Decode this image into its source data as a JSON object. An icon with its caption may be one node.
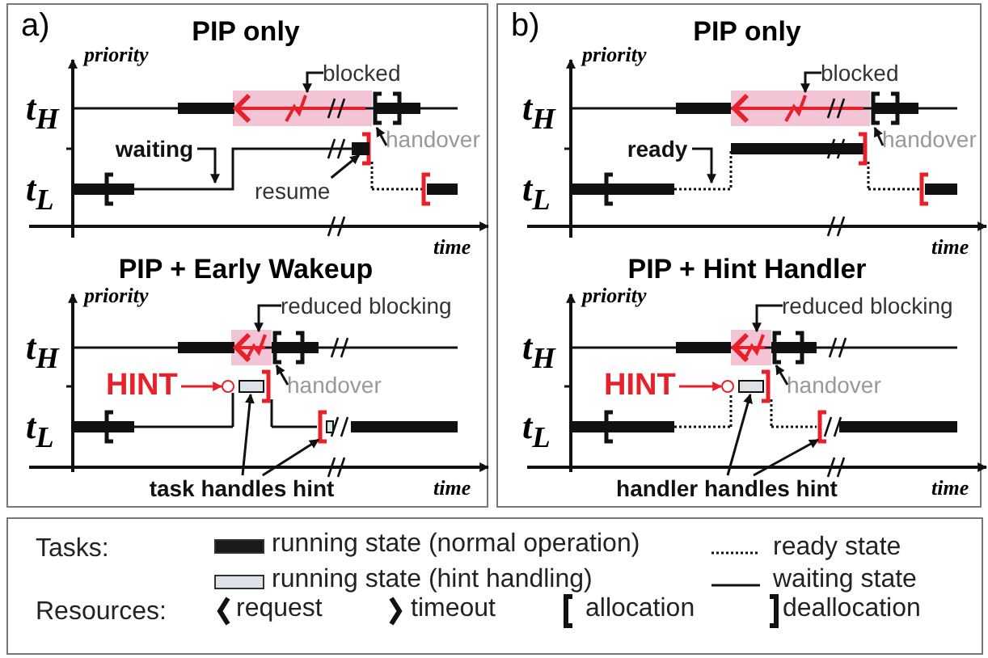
{
  "diagram": {
    "nodes": [
      {
        "text": [
          "a)"
        ]
      },
      {
        "text": [
          "blocked"
        ],
        "in": 0
      },
      {
        "text": [],
        "shape": "box",
        "in": 0
      },
      {
        "text": [
          "waiting"
        ],
        "in": 0
      },
      {
        "text": [],
        "shape": "line",
        "in": 0
      },
      {
        "text": [
          "resume"
        ],
        "in": 0
      },
      {
        "text": [],
        "shape": "bar",
        "in": 0
      },
      {
        "text": [
          "handover"
        ],
        "in": 0
      },
      {
        "text": [],
        "shape": "bracket",
        "in": 0
      },
      {
        "text": [
          "reduced blocking"
        ],
        "in": 0
      },
      {
        "text": [],
        "shape": "box",
        "in": 0
      },
      {
        "text": [
          "HINT"
        ],
        "in": 0
      },
      {
        "text": [],
        "shape": "circle",
        "in": 0
      },
      {
        "text": [
          "handover"
        ],
        "in": 0
      },
      {
        "text": [],
        "shape": "bracket",
        "in": 0
      },
      {
        "text": [],
        "shape": "bar",
        "in": 0
      },
      {
        "text": [],
        "shape": "bracket",
        "in": 0
      },
      {
        "text": [
          "task handles hint"
        ],
        "in": 0
      },
      {
        "text": [
          "b)"
        ]
      },
      {
        "text": [
          "blocked"
        ],
        "in": 18
      },
      {
        "text": [],
        "shape": "box",
        "in": 18
      },
      {
        "text": [
          "ready"
        ],
        "in": 18
      },
      {
        "text": [],
        "shape": "line",
        "in": 18
      },
      {
        "text": [
          "handover"
        ],
        "in": 18
      },
      {
        "text": [],
        "shape": "bracket",
        "in": 18
      },
      {
        "text": [
          "reduced blocking"
        ],
        "in": 18
      },
      {
        "text": [],
        "shape": "box",
        "in": 18
      },
      {
        "text": [
          "HINT"
        ],
        "in": 18
      },
      {
        "text": [],
        "shape": "circle",
        "in": 18
      },
      {
        "text": [
          "handover"
        ],
        "in": 18
      },
      {
        "text": [],
        "shape": "bracket",
        "in": 18
      },
      {
        "text": [],
        "shape": "bar",
        "in": 18
      },
      {
        "text": [],
        "shape": "bracket",
        "in": 18
      },
      {
        "text": [
          "handler handles hint"
        ],
        "in": 18
      }
    ],
    "edges": [
      {
        "from": 1,
        "to": 2,
        "arrow": "to"
      },
      {
        "from": 3,
        "to": 4,
        "arrow": "to"
      },
      {
        "from": 5,
        "to": 6,
        "arrow": "to"
      },
      {
        "from": 7,
        "to": 8,
        "arrow": "to"
      },
      {
        "from": 9,
        "to": 10,
        "arrow": "to"
      },
      {
        "from": 11,
        "to": 12,
        "arrow": "to",
        "color": "#e8202a"
      },
      {
        "from": 13,
        "to": 14,
        "arrow": "to"
      },
      {
        "from": 17,
        "to": 15,
        "arrow": "to"
      },
      {
        "from": 17,
        "to": 16,
        "arrow": "to"
      },
      {
        "from": 19,
        "to": 20,
        "arrow": "to"
      },
      {
        "from": 21,
        "to": 22,
        "arrow": "to"
      },
      {
        "from": 23,
        "to": 24,
        "arrow": "to"
      },
      {
        "from": 25,
        "to": 26,
        "arrow": "to"
      },
      {
        "from": 27,
        "to": 28,
        "arrow": "to",
        "color": "#e8202a"
      },
      {
        "from": 29,
        "to": 30,
        "arrow": "to"
      },
      {
        "from": 33,
        "to": 31,
        "arrow": "to"
      },
      {
        "from": 33,
        "to": 32,
        "arrow": "to"
      }
    ],
    "labels": [
      "PIP only",
      "priority",
      "t$_{H}$",
      "t$_{L}$",
      "time",
      "PIP + Early Wakeup",
      "priority",
      "t$_{H}$",
      "t$_{L}$",
      "time",
      "PIP only",
      "priority",
      "t$_{H}$",
      "t$_{L}$",
      "time",
      "PIP + Hint Handler",
      "priority",
      "t$_{H}$",
      "t$_{L}$",
      "time",
      "Tasks:",
      "Resources:"
    ],
    "legend": [
      {
        "text": "running state (normal operation)",
        "color": "#1a1a1a"
      },
      {
        "text": "running state (hint handling)",
        "color": "#dde2e6"
      },
      {
        "text": "ready state"
      },
      {
        "text": "waiting state"
      },
      {
        "text": "request"
      },
      {
        "text": "timeout"
      },
      {
        "text": "allocation"
      },
      {
        "text": "deallocation"
      }
    ]
  }
}
